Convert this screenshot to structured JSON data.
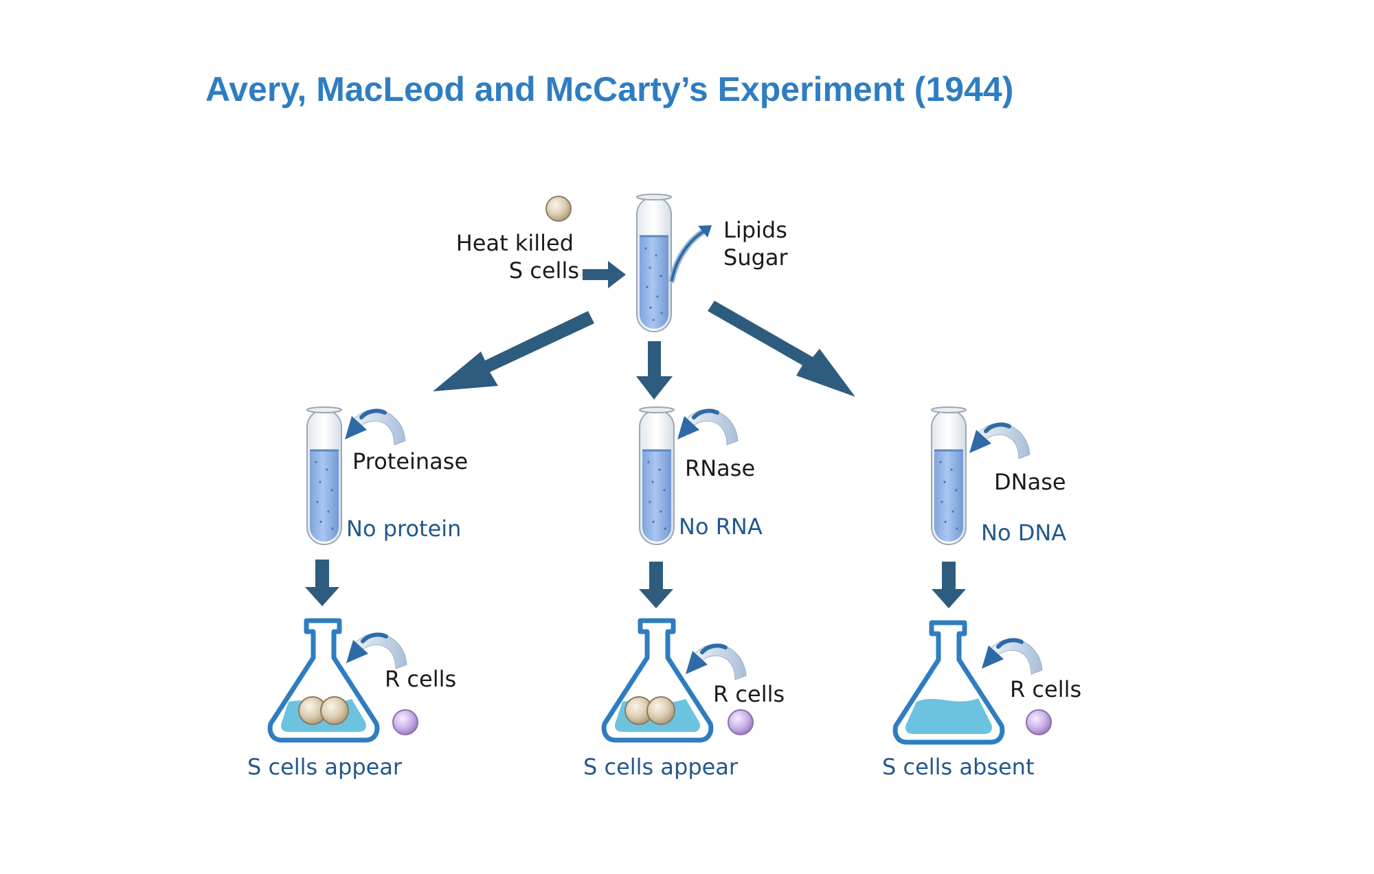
{
  "title": "Avery, MacLeod and McCarty’s Experiment (1944)",
  "source": {
    "input_line1": "Heat killed",
    "input_line2": "S cells",
    "removed_line1": "Lipids",
    "removed_line2": "Sugar"
  },
  "branches": [
    {
      "enzyme": "Proteinase",
      "removed": "No protein",
      "added": "R cells",
      "result": "S cells appear",
      "s_colonies": true
    },
    {
      "enzyme": "RNase",
      "removed": "No RNA",
      "added": "R cells",
      "result": "S cells appear",
      "s_colonies": true
    },
    {
      "enzyme": "DNase",
      "removed": "No DNA",
      "added": "R cells",
      "result": "S cells absent",
      "s_colonies": false
    }
  ],
  "colors": {
    "title": "#2f7dc1",
    "arrow": "#2e5c7e",
    "result_text": "#21578f",
    "tube_liquid": "#8fb2e6",
    "flask_liquid": "#6cc3e0",
    "flask_outline": "#2f7dc1",
    "s_cell": "#d9c9ad",
    "r_cell": "#c9aee6"
  }
}
